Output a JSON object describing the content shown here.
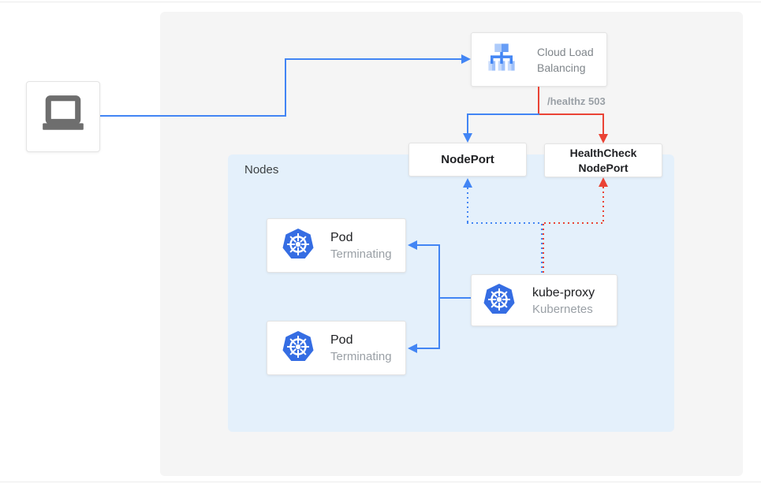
{
  "diagram": {
    "client": {
      "icon": "laptop-icon"
    },
    "load_balancer": {
      "icon": "cloud-load-balancing-icon",
      "line1": "Cloud Load",
      "line2": "Balancing"
    },
    "health_check_label": "/healthz 503",
    "nodeport_label": "NodePort",
    "healthcheck_nodeport": {
      "line1": "HealthCheck",
      "line2": "NodePort"
    },
    "nodes_label": "Nodes",
    "pod1": {
      "icon": "kubernetes-icon",
      "title": "Pod",
      "status": "Terminating"
    },
    "pod2": {
      "icon": "kubernetes-icon",
      "title": "Pod",
      "status": "Terminating"
    },
    "kube_proxy": {
      "icon": "kubernetes-icon",
      "title": "kube-proxy",
      "subtitle": "Kubernetes"
    },
    "colors": {
      "blue": "#4285f4",
      "red": "#ea4335",
      "k8s_blue": "#356de3",
      "nodes_bg": "#e4f0fb",
      "panel_bg": "#f5f5f5",
      "gray_text": "#80868b",
      "dark_text": "#202124",
      "muted_text": "#9aa0a6"
    }
  }
}
